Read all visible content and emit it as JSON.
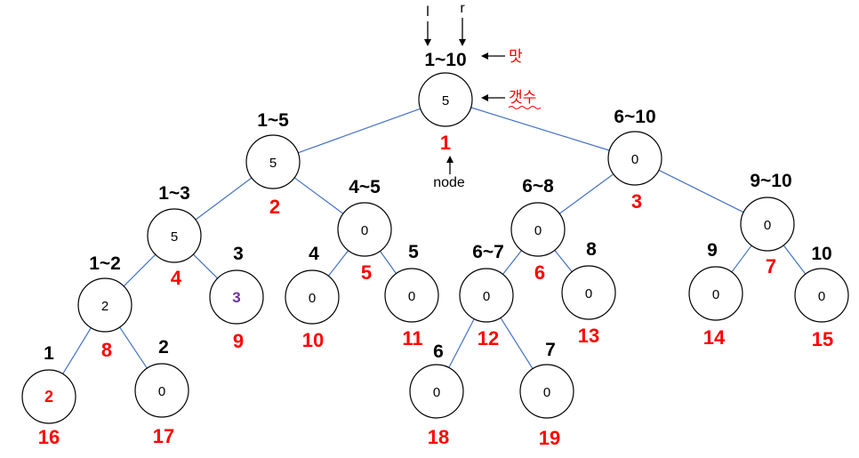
{
  "annotations": {
    "l_label": "l",
    "r_label": "r",
    "range_note": "맛",
    "count_note": "갯수",
    "node_note": "node"
  },
  "colors": {
    "edge": "#4472c4",
    "index": "#ff0000",
    "highlight_red": "#ff0000",
    "highlight_purple": "#7030a0"
  },
  "nodes": [
    {
      "id": 1,
      "range": "1~10",
      "count": "5",
      "index": "1"
    },
    {
      "id": 2,
      "range": "1~5",
      "count": "5",
      "index": "2"
    },
    {
      "id": 3,
      "range": "6~10",
      "count": "0",
      "index": "3"
    },
    {
      "id": 4,
      "range": "1~3",
      "count": "5",
      "index": "4"
    },
    {
      "id": 5,
      "range": "4~5",
      "count": "0",
      "index": "5"
    },
    {
      "id": 6,
      "range": "6~8",
      "count": "0",
      "index": "6"
    },
    {
      "id": 7,
      "range": "9~10",
      "count": "0",
      "index": "7"
    },
    {
      "id": 8,
      "range": "1~2",
      "count": "2",
      "index": "8"
    },
    {
      "id": 9,
      "range": "3",
      "count": "3",
      "index": "9",
      "count_color": "purple"
    },
    {
      "id": 10,
      "range": "4",
      "count": "0",
      "index": "10"
    },
    {
      "id": 11,
      "range": "5",
      "count": "0",
      "index": "11"
    },
    {
      "id": 12,
      "range": "6~7",
      "count": "0",
      "index": "12"
    },
    {
      "id": 13,
      "range": "8",
      "count": "0",
      "index": "13"
    },
    {
      "id": 14,
      "range": "9",
      "count": "0",
      "index": "14"
    },
    {
      "id": 15,
      "range": "10",
      "count": "0",
      "index": "15"
    },
    {
      "id": 16,
      "range": "1",
      "count": "2",
      "index": "16",
      "count_color": "red"
    },
    {
      "id": 17,
      "range": "2",
      "count": "0",
      "index": "17"
    },
    {
      "id": 18,
      "range": "6",
      "count": "0",
      "index": "18"
    },
    {
      "id": 19,
      "range": "7",
      "count": "0",
      "index": "19"
    }
  ],
  "edges": [
    [
      1,
      2
    ],
    [
      1,
      3
    ],
    [
      2,
      4
    ],
    [
      2,
      5
    ],
    [
      3,
      6
    ],
    [
      3,
      7
    ],
    [
      4,
      8
    ],
    [
      4,
      9
    ],
    [
      5,
      10
    ],
    [
      5,
      11
    ],
    [
      6,
      12
    ],
    [
      6,
      13
    ],
    [
      7,
      14
    ],
    [
      7,
      15
    ],
    [
      8,
      16
    ],
    [
      8,
      17
    ],
    [
      12,
      18
    ],
    [
      12,
      19
    ]
  ]
}
